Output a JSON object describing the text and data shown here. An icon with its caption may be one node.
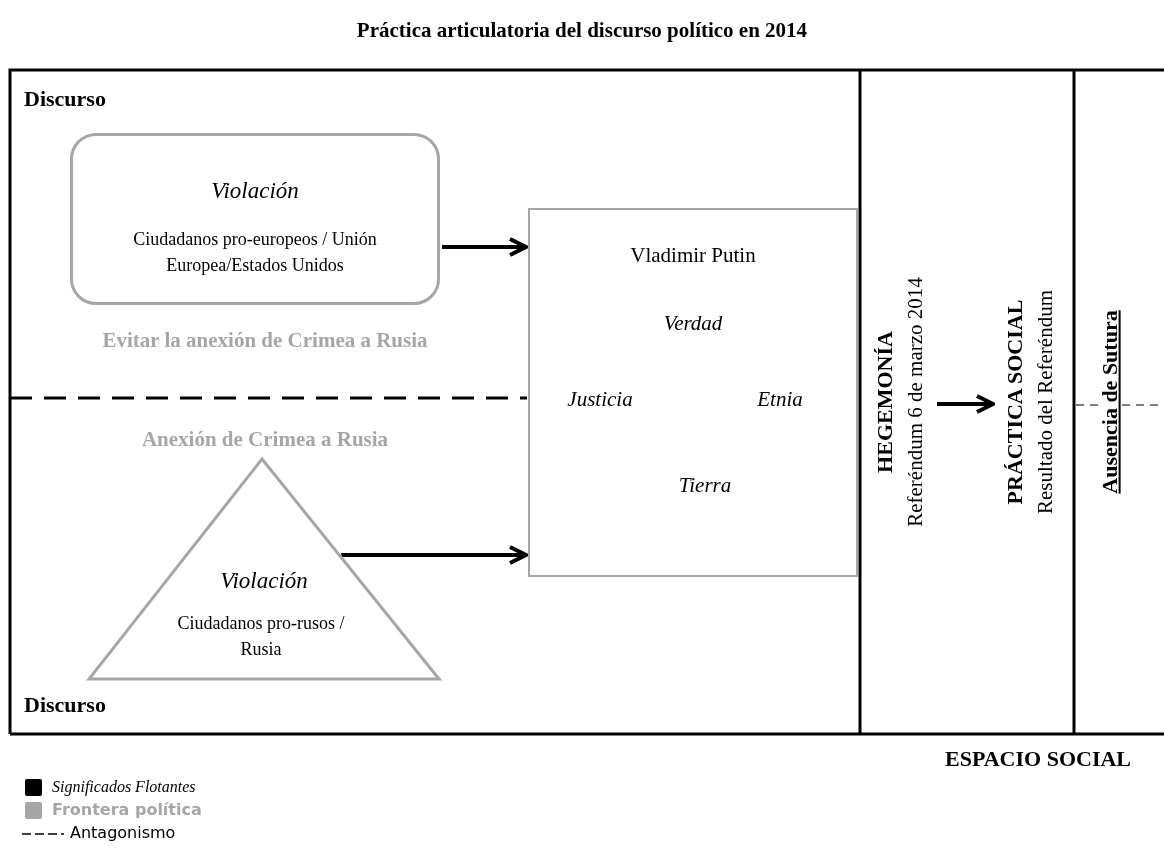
{
  "diagram": {
    "title": "Práctica articulatoria del discurso político en 2014",
    "nodes": [
      {
        "text": [
          "Violación",
          "Ciudadanos pro-europeos / Unión Europea/Estados Unidos"
        ]
      },
      {
        "text": [
          "Violación",
          "Ciudadanos pro-rusos / Rusia"
        ]
      },
      {
        "text": [
          "Vladimir Putin",
          "Verdad",
          "Justicia",
          "Etnia",
          "Tierra"
        ]
      },
      {
        "text": [
          "HEGEMONÍA",
          "Referéndum 6 de marzo 2014"
        ]
      },
      {
        "text": [
          "PRÁCTICA SOCIAL",
          "Resultado del Referéndum"
        ]
      }
    ],
    "edges": [
      {
        "from": 0,
        "to": 2,
        "arrow": "to"
      },
      {
        "from": 1,
        "to": 2,
        "arrow": "to"
      },
      {
        "from": 3,
        "to": 4,
        "arrow": "to"
      }
    ],
    "labels": [
      "Discurso",
      "Evitar la anexión de Crimea a Rusia",
      "Anexión de Crimea a Rusia",
      "Discurso",
      "Ausencia de Sutura",
      "ESPACIO SOCIAL"
    ],
    "legend": [
      {
        "text": "Significados Flotantes",
        "color": "#000000"
      },
      {
        "text": "Frontera política",
        "color": "#a6a6a6"
      },
      {
        "text": "Antagonismo"
      }
    ]
  }
}
